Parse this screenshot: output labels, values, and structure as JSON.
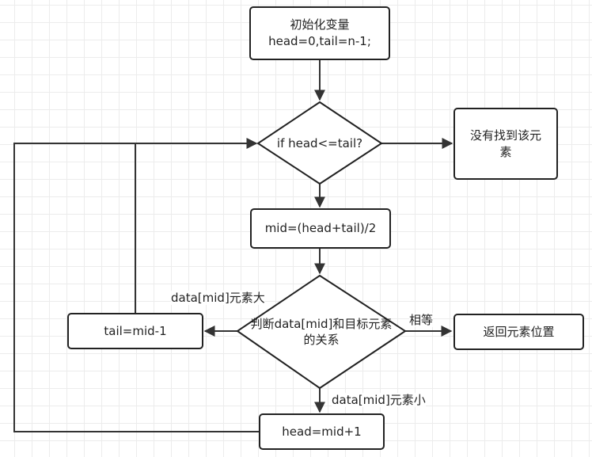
{
  "nodes": {
    "init": {
      "line1": "初始化变量",
      "line2": "head=0,tail=n-1;"
    },
    "condition": "if head<=tail?",
    "not_found": "没有找到该元素",
    "mid_calc": "mid=(head+tail)/2",
    "compare": "判断data[mid]和目标元素的关系",
    "tail_update": "tail=mid-1",
    "return_pos": "返回元素位置",
    "head_update": "head=mid+1"
  },
  "edge_labels": {
    "greater": "data[mid]元素大",
    "equal": "相等",
    "less": "data[mid]元素小"
  }
}
